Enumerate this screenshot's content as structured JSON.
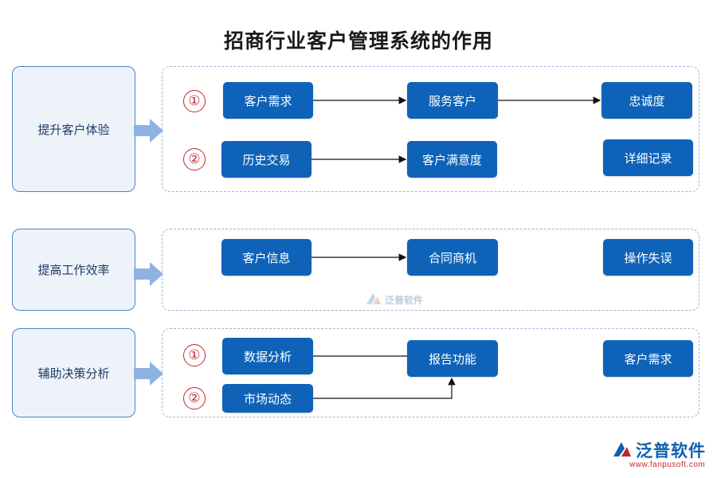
{
  "title": "招商行业客户管理系统的作用",
  "sections": [
    {
      "label": "提升客户体验",
      "rows": [
        {
          "number": "①",
          "nodes": [
            "客户需求",
            "服务客户",
            "忠诚度"
          ]
        },
        {
          "number": "②",
          "nodes": [
            "历史交易",
            "客户满意度",
            "详细记录"
          ]
        }
      ]
    },
    {
      "label": "提高工作效率",
      "rows": [
        {
          "nodes": [
            "客户信息",
            "合同商机",
            "操作失误"
          ]
        }
      ]
    },
    {
      "label": "辅助决策分析",
      "rows": [
        {
          "number": "①",
          "nodes": [
            "数据分析",
            "报告功能",
            "客户需求"
          ]
        },
        {
          "number": "②",
          "nodes": [
            "市场动态"
          ]
        }
      ]
    }
  ],
  "watermark": "泛普软件",
  "logo": {
    "name": "泛普软件",
    "url": "www.fanpusoft.com"
  },
  "colors": {
    "node": "#0e63b8",
    "accent": "#c0282d",
    "border": "#4a84c6"
  }
}
